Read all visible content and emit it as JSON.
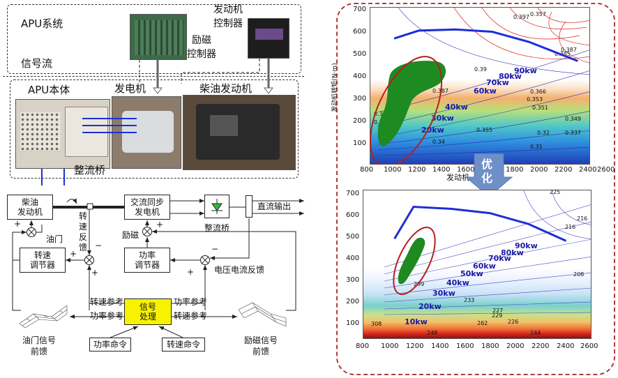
{
  "top": {
    "apu_system": "APU系统",
    "signal_flow": "信号流",
    "apu_body": "APU本体",
    "engine_controller": "发动机\n控制器",
    "excitation_controller": "励磁\n控制器",
    "generator": "发电机",
    "diesel_engine": "柴油发动机",
    "rectifier_bridge": "整流桥"
  },
  "block": {
    "diesel_engine": "柴油\n发动机",
    "ac_sync_generator": "交流同步\n发电机",
    "dc_output": "直流输出",
    "rectifier": "整流桥",
    "speed_feedback": "转\n速\n反\n馈",
    "throttle": "油门",
    "excitation": "励磁",
    "speed_regulator": "转速\n调节器",
    "power_regulator": "功率\n调节器",
    "voltage_current_feedback": "电压电流反馈",
    "speed_ref_left": "转速参考",
    "power_ref_left": "功率参考",
    "power_ref_right": "功率参考",
    "speed_ref_right": "转速参考",
    "signal_processing": "信号\n处理",
    "power_command": "功率命令",
    "speed_command": "转速命令",
    "throttle_feedforward": "油门信号\n前馈",
    "excitation_feedforward": "励磁信号\n前馈",
    "plus": "+",
    "minus": "−"
  },
  "chart_top": {
    "xlabel": "发动机",
    "ylabel": "发动机转矩(N·m)",
    "x_ticks": [
      "800",
      "1000",
      "1200",
      "1400",
      "1600",
      "1800",
      "2000",
      "2200",
      "2400",
      "2600"
    ],
    "y_ticks": [
      "700",
      "600",
      "500",
      "400",
      "300",
      "200",
      "100"
    ],
    "power_labels": [
      "90kw",
      "80kw",
      "70kw",
      "60kw",
      "40kw",
      "30kw",
      "20kw"
    ],
    "contour_labels": [
      "0.387",
      "0.385",
      "0.39",
      "0.387",
      "0.366",
      "0.353",
      "0.32",
      "0.355",
      "0.34",
      "0.349",
      "0.351",
      "0.34",
      "0.31",
      "0.32",
      "0.337",
      "0.357",
      "0.397"
    ]
  },
  "optimize_label": "优\n化",
  "chart_bottom": {
    "x_ticks": [
      "800",
      "1000",
      "1200",
      "1400",
      "1600",
      "1800",
      "2000",
      "2200",
      "2400",
      "2600"
    ],
    "y_ticks": [
      "700",
      "600",
      "500",
      "400",
      "300",
      "200",
      "100"
    ],
    "power_labels": [
      "90kw",
      "80kw",
      "70kw",
      "60kw",
      "50kw",
      "40kw",
      "30kw",
      "20kw",
      "10kw"
    ],
    "contour_labels": [
      "225",
      "216",
      "216",
      "208",
      "233",
      "227",
      "299",
      "226",
      "229",
      "308",
      "262",
      "248",
      "244"
    ]
  },
  "chart_data": [
    {
      "type": "line",
      "title": "",
      "xlabel": "发动机",
      "ylabel": "发动机转矩(N·m)",
      "xlim": [
        800,
        2600
      ],
      "ylim": [
        0,
        700
      ],
      "series": [
        {
          "values": [
            [
              1000,
              560
            ],
            [
              1200,
              595
            ],
            [
              1500,
              600
            ],
            [
              1800,
              590
            ],
            [
              2100,
              545
            ],
            [
              2500,
              460
            ]
          ]
        }
      ]
    },
    {
      "type": "line",
      "title": "",
      "xlabel": "",
      "ylabel": "",
      "xlim": [
        800,
        2600
      ],
      "ylim": [
        0,
        700
      ],
      "series": [
        {
          "values": [
            [
              1050,
              470
            ],
            [
              1200,
              620
            ],
            [
              1500,
              610
            ],
            [
              1800,
              590
            ],
            [
              2100,
              540
            ],
            [
              2400,
              460
            ]
          ]
        }
      ]
    }
  ]
}
